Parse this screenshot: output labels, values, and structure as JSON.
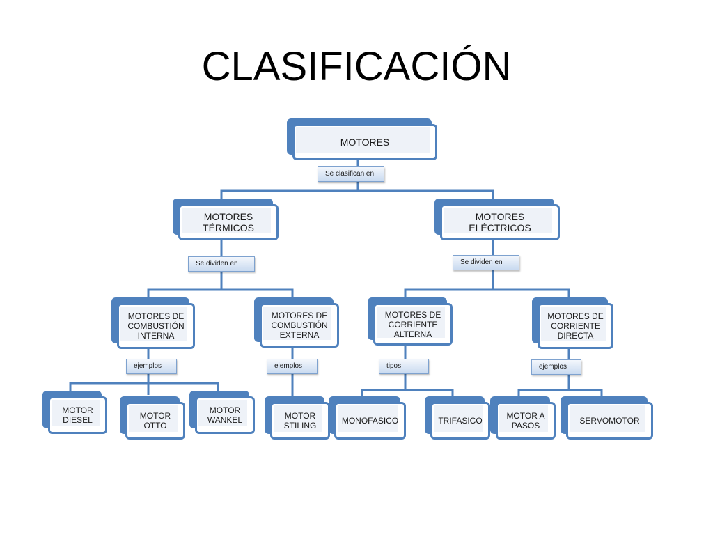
{
  "title": "CLASIFICACIÓN",
  "colors": {
    "node_border": "#4f81bd",
    "node_fill": "#eef2f8",
    "connector": "#4f81bd",
    "label_fill": "#c9daf0"
  },
  "root": {
    "label": "MOTORES",
    "connector_label": "Se clasifican en"
  },
  "level1": [
    {
      "label": "MOTORES TÉRMICOS",
      "connector_label": "Se dividen  en"
    },
    {
      "label": "MOTORES ELÉCTRICOS",
      "connector_label": "Se dividen  en"
    }
  ],
  "level2": [
    {
      "label": "MOTORES DE COMBUSTIÓN INTERNA",
      "connector_label": "ejemplos"
    },
    {
      "label": "MOTORES DE COMBUSTIÓN EXTERNA",
      "connector_label": "ejemplos"
    },
    {
      "label": "MOTORES DE CORRIENTE ALTERNA",
      "connector_label": "tipos"
    },
    {
      "label": "MOTORES DE CORRIENTE DIRECTA",
      "connector_label": "ejemplos"
    }
  ],
  "level3": [
    {
      "label": "MOTOR DIESEL"
    },
    {
      "label": "MOTOR OTTO"
    },
    {
      "label": "MOTOR WANKEL"
    },
    {
      "label": "MOTOR STILING"
    },
    {
      "label": "MONOFASICO"
    },
    {
      "label": "TRIFASICO"
    },
    {
      "label": "MOTOR A PASOS"
    },
    {
      "label": "SERVOMOTOR"
    }
  ]
}
